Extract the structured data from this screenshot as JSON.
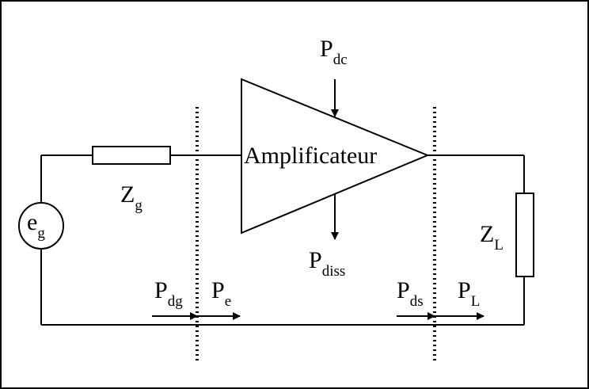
{
  "diagram": {
    "amplifier": {
      "label": "Amplificateur"
    },
    "labels": {
      "Pdc": {
        "main": "P",
        "sub": "dc"
      },
      "Pdiss": {
        "main": "P",
        "sub": "diss"
      },
      "Zg": {
        "main": "Z",
        "sub": "g"
      },
      "ZL": {
        "main": "Z",
        "sub": "L"
      },
      "eg": {
        "main": "e",
        "sub": "g"
      },
      "Pdg": {
        "main": "P",
        "sub": "dg"
      },
      "Pe": {
        "main": "P",
        "sub": "e"
      },
      "Pds": {
        "main": "P",
        "sub": "ds"
      },
      "PL": {
        "main": "P",
        "sub": "L"
      }
    }
  }
}
